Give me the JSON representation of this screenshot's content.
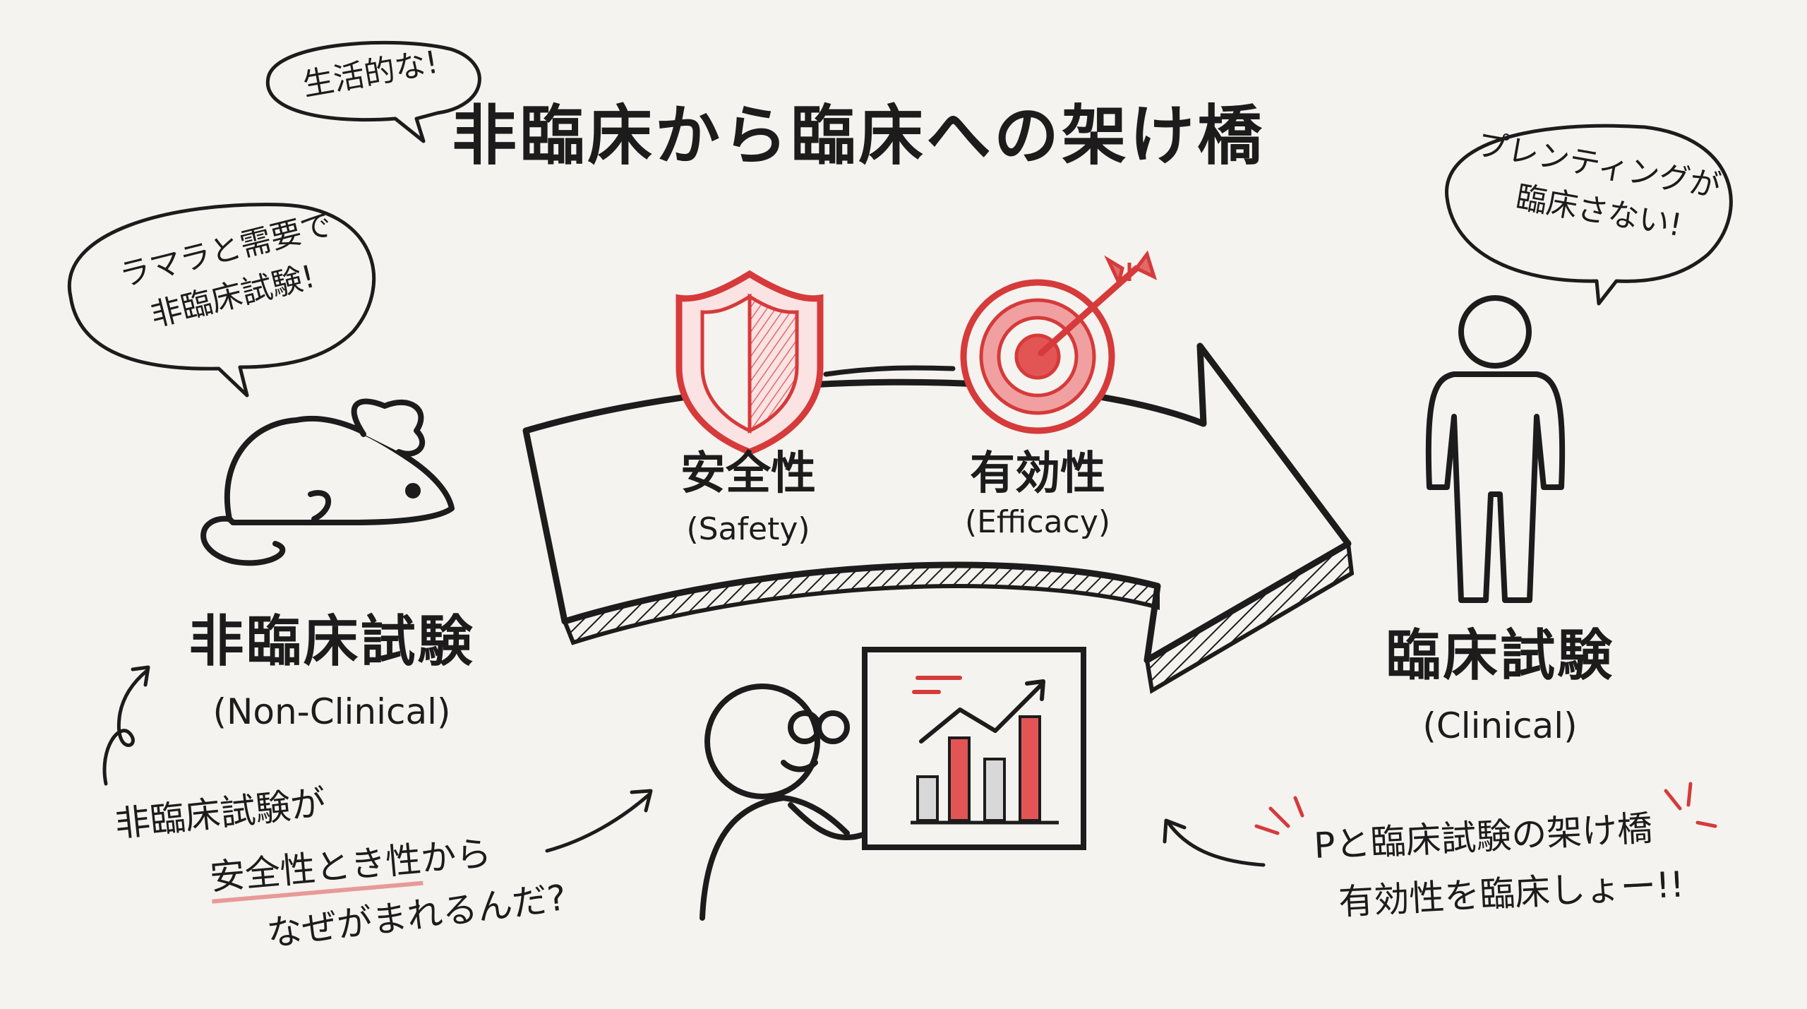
{
  "title": "非臨床から臨床への架け橋",
  "left": {
    "label": "非臨床試験",
    "label_en": "(Non-Clinical)"
  },
  "right": {
    "label": "臨床試験",
    "label_en": "(Clinical)"
  },
  "center": {
    "safety": {
      "label": "安全性",
      "label_en": "(Safety)"
    },
    "efficacy": {
      "label": "有効性",
      "label_en": "(Efficacy)"
    }
  },
  "bubbles": {
    "top_left_small": "生活的な!",
    "left_line1": "ラマラと需要で",
    "left_line2": "非臨床試験!",
    "right_line1": "プレンティングが",
    "right_line2": "臨床さない!"
  },
  "notes": {
    "bottom_left_line1": "非臨床試験が",
    "bottom_left_line2_highlight": "安全性とき性",
    "bottom_left_line2_rest": "から",
    "bottom_left_line3": "なぜがまれるんだ?",
    "bottom_right_line1": "Pと臨床試験の架け橋",
    "bottom_right_line2": "有効性を臨床しょー!!"
  },
  "colors": {
    "accent": "#d63a3a",
    "ink": "#1c1c1c",
    "paper": "#f4f3ef"
  },
  "icons": [
    "mouse-icon",
    "person-icon",
    "shield-icon",
    "target-icon",
    "scientist-icon",
    "chart-board-icon"
  ]
}
